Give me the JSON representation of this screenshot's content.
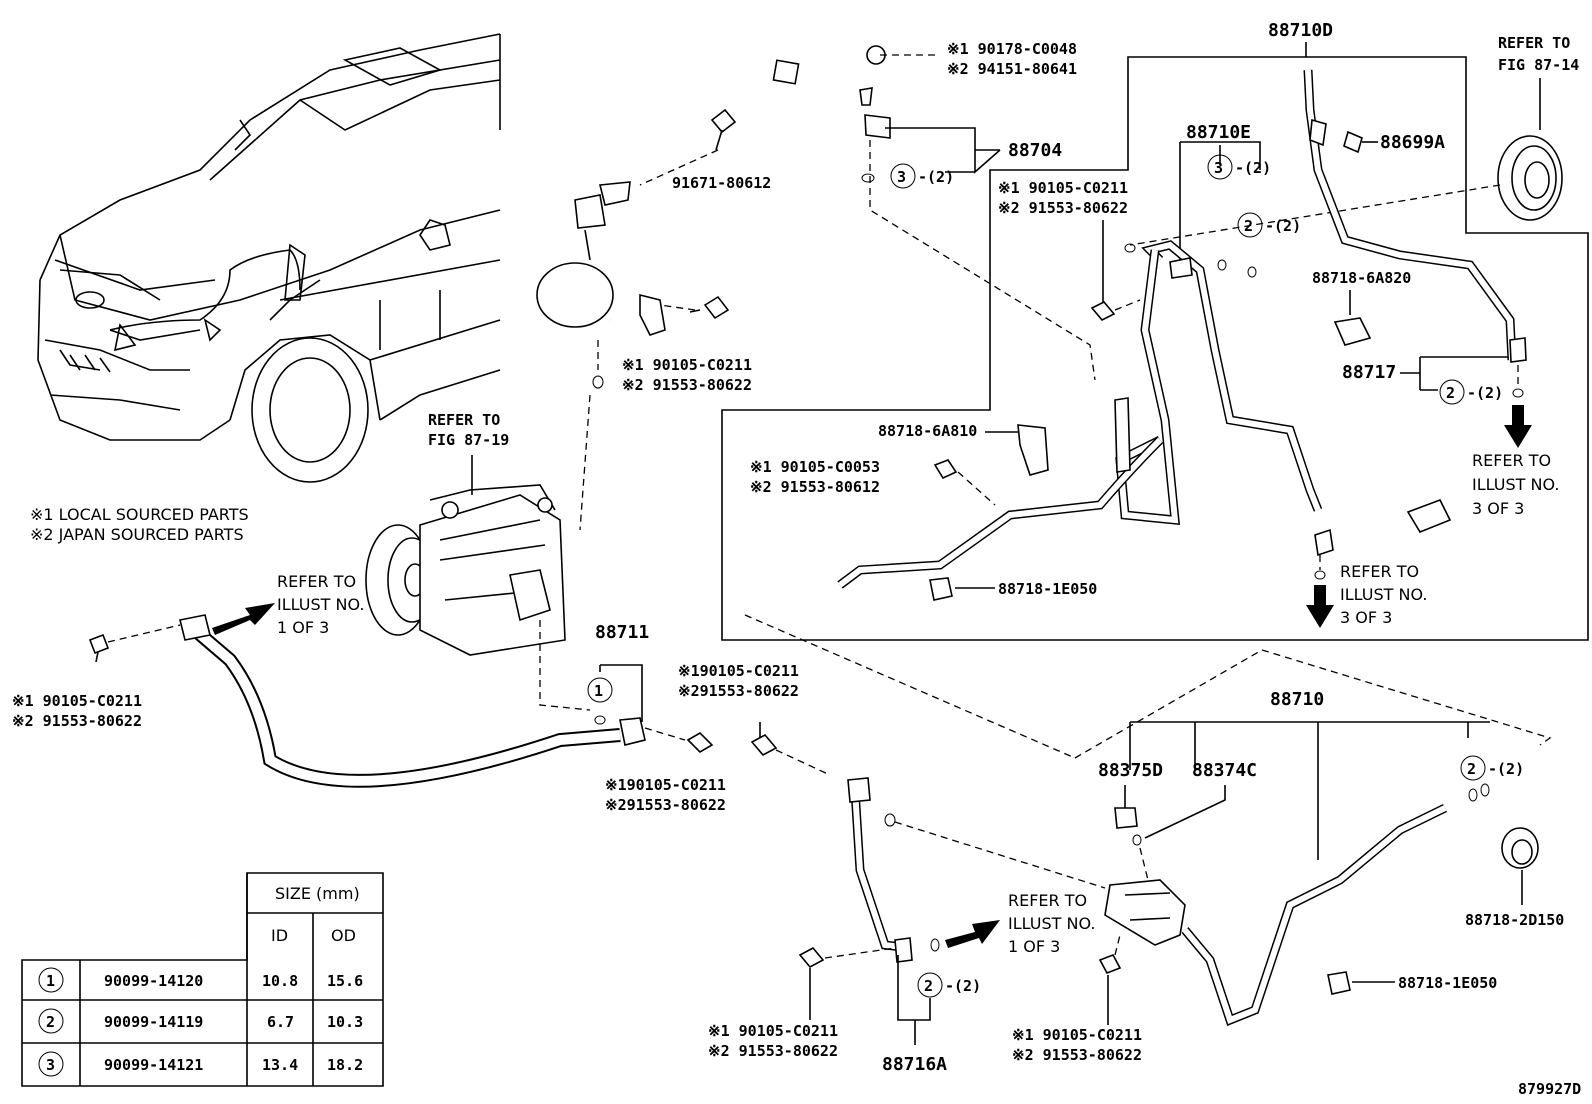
{
  "legend": {
    "local": "※1 LOCAL SOURCED PARTS",
    "japan": "※2 JAPAN SOURCED PARTS"
  },
  "figure_id": "879927D",
  "callouts": [
    {
      "id": "p88710D",
      "text": "88710D"
    },
    {
      "id": "p88710E",
      "text": "88710E"
    },
    {
      "id": "p88699A",
      "text": "88699A"
    },
    {
      "id": "p88704",
      "text": "88704"
    },
    {
      "id": "p91671",
      "text": "91671-80612"
    },
    {
      "id": "p88718_6A820",
      "text": "88718-6A820"
    },
    {
      "id": "p88717",
      "text": "88717"
    },
    {
      "id": "p88718_6A810",
      "text": "88718-6A810"
    },
    {
      "id": "p88718_1E050a",
      "text": "88718-1E050"
    },
    {
      "id": "p88711",
      "text": "88711"
    },
    {
      "id": "p88710",
      "text": "88710"
    },
    {
      "id": "p88375D",
      "text": "88375D"
    },
    {
      "id": "p88374C",
      "text": "88374C"
    },
    {
      "id": "p88718_2D150",
      "text": "88718-2D150"
    },
    {
      "id": "p88718_1E050b",
      "text": "88718-1E050"
    },
    {
      "id": "p88716A",
      "text": "88716A"
    }
  ],
  "bolt_pairs": [
    {
      "id": "b_top",
      "l1": "※1 90178-C0048",
      "l2": "※2 94151-80641"
    },
    {
      "id": "b_mid",
      "l1": "※1 90105-C0211",
      "l2": "※2 91553-80622"
    },
    {
      "id": "b_comp",
      "l1": "※1 90105-C0211",
      "l2": "※2 91553-80622"
    },
    {
      "id": "b_53",
      "l1": "※1 90105-C0053",
      "l2": "※2 91553-80612"
    },
    {
      "id": "b_left",
      "l1": "※1 90105-C0211",
      "l2": "※2 91553-80622"
    },
    {
      "id": "b_c1",
      "l1": "※190105-C0211",
      "l2": "※291553-80622"
    },
    {
      "id": "b_c2",
      "l1": "※190105-C0211",
      "l2": "※291553-80622"
    },
    {
      "id": "b_bl",
      "l1": "※1 90105-C0211",
      "l2": "※2 91553-80622"
    },
    {
      "id": "b_br",
      "l1": "※1 90105-C0211",
      "l2": "※2 91553-80622"
    }
  ],
  "refs": [
    {
      "id": "r_fig14",
      "l1": "REFER TO",
      "l2": "FIG 87-14"
    },
    {
      "id": "r_fig19",
      "l1": "REFER TO",
      "l2": "FIG 87-19"
    },
    {
      "id": "r_ill1a",
      "l1": "REFER TO",
      "l2": "ILLUST NO.",
      "l3": "1 OF 3"
    },
    {
      "id": "r_ill3a",
      "l1": "REFER TO",
      "l2": "ILLUST NO.",
      "l3": "3 OF 3"
    },
    {
      "id": "r_ill3b",
      "l1": "REFER TO",
      "l2": "ILLUST NO.",
      "l3": "3 OF 3"
    },
    {
      "id": "r_ill1b",
      "l1": "REFER TO",
      "l2": "ILLUST NO.",
      "l3": "1 OF 3"
    }
  ],
  "qty": "-(2)",
  "oring_table": {
    "size_header": "SIZE (mm)",
    "id_header": "ID",
    "od_header": "OD",
    "rows": [
      {
        "symbol": "1",
        "part": "90099-14120",
        "id": "10.8",
        "od": "15.6"
      },
      {
        "symbol": "2",
        "part": "90099-14119",
        "id": "6.7",
        "od": "10.3"
      },
      {
        "symbol": "3",
        "part": "90099-14121",
        "id": "13.4",
        "od": "18.2"
      }
    ]
  }
}
